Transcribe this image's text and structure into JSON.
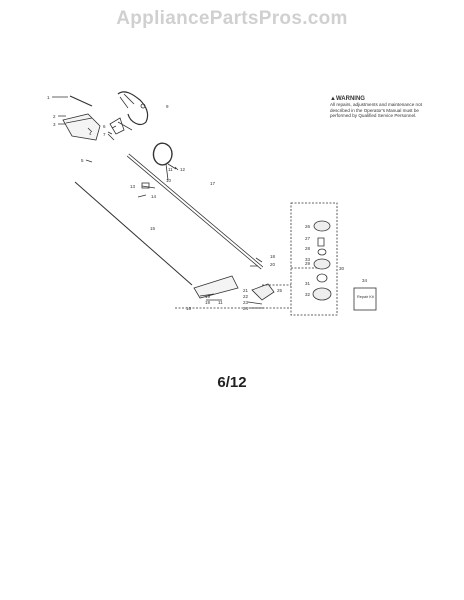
{
  "watermark": "AppliancePartsPros.com",
  "page_number": "6/12",
  "warning": {
    "title": "WARNING",
    "body": "All repairs, adjustments and maintenance not described in the Operator's Manual must be performed by Qualified Service Personnel."
  },
  "callouts": {
    "c1": "1",
    "c2": "2",
    "c3": "3",
    "c4": "4",
    "c5": "5",
    "c6": "6",
    "c7": "7",
    "c9": "9",
    "c10": "10",
    "c11": "11",
    "c12": "12",
    "c13": "13",
    "c14": "14",
    "c15": "15",
    "c16": "16",
    "c17": "17",
    "c18": "18",
    "c19": "19",
    "c20": "20",
    "c21": "21",
    "c22": "22",
    "c23": "23",
    "c24": "24",
    "c25": "25",
    "c26": "26",
    "c27": "27",
    "c28": "28",
    "c29": "29",
    "c30": "30",
    "c31": "31",
    "c32": "32",
    "c33": "33",
    "c34": "34"
  },
  "repair_kit_label": "Repair Kit"
}
